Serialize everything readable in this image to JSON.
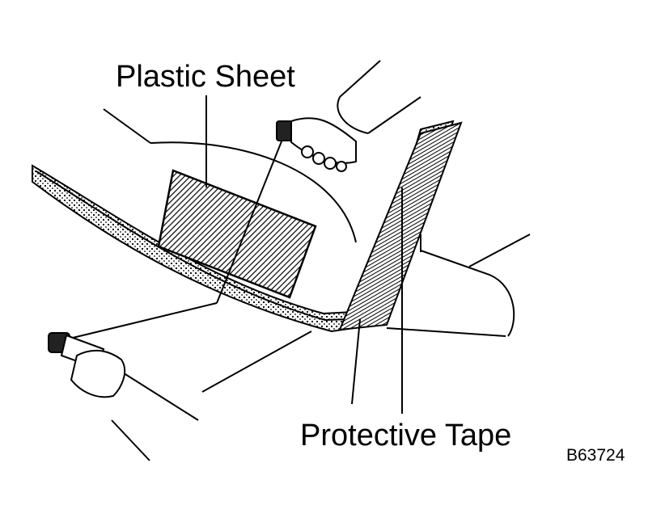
{
  "labels": {
    "plastic_sheet": "Plastic Sheet",
    "protective_tape": "Protective Tape",
    "figure_code": "B63724"
  },
  "colors": {
    "ink": "#000000",
    "paper": "#ffffff"
  }
}
